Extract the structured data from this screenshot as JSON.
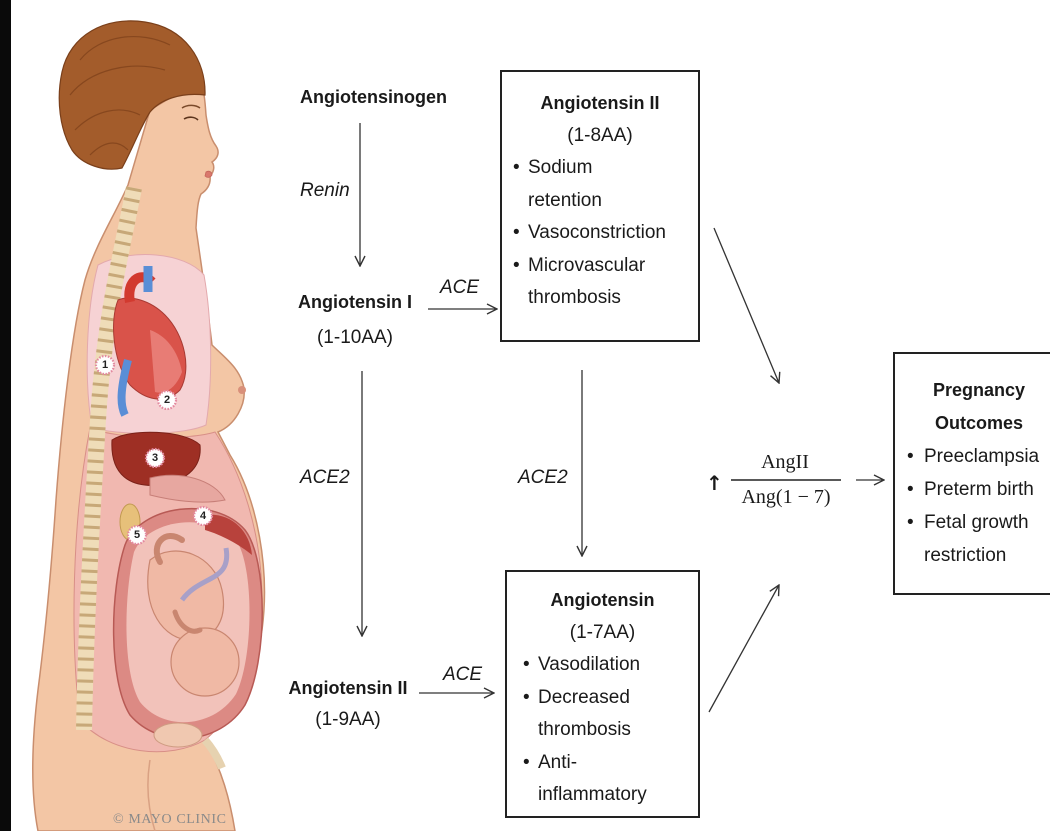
{
  "diagram": {
    "angiotensinogen": "Angiotensinogen",
    "renin": "Renin",
    "angiotensin_i": {
      "title": "Angiotensin I",
      "length": "(1-10AA)"
    },
    "ace_upper": "ACE",
    "ace2_left": "ACE2",
    "ace2_right": "ACE2",
    "angiotensin_1_9": {
      "title": "Angiotensin II",
      "length": "(1-9AA)"
    },
    "ace_lower": "ACE",
    "bullet_symbol": "•",
    "angiotensin_ii_box": {
      "title": "Angiotensin II",
      "length": "(1-8AA)",
      "bullets": [
        {
          "lines": [
            "Sodium",
            "retention"
          ]
        },
        {
          "lines": [
            "Vasoconstriction"
          ]
        },
        {
          "lines": [
            "Microvascular",
            "thrombosis"
          ]
        }
      ]
    },
    "angiotensin_1_7_box": {
      "title": "Angiotensin",
      "length": "(1-7AA)",
      "bullets": [
        {
          "lines": [
            "Vasodilation"
          ]
        },
        {
          "lines": [
            "Decreased",
            "thrombosis"
          ]
        },
        {
          "lines": [
            "Anti-",
            "inflammatory"
          ]
        }
      ]
    },
    "ratio": {
      "direction_arrow": "↑",
      "numerator": "AngII",
      "denominator": "Ang(1 − 7)"
    },
    "outcomes_box": {
      "title_lines": [
        "Pregnancy",
        "Outcomes"
      ],
      "bullets": [
        {
          "lines": [
            "Preeclampsia"
          ]
        },
        {
          "lines": [
            "Preterm birth"
          ]
        },
        {
          "lines": [
            "Fetal growth",
            "restriction"
          ]
        }
      ]
    }
  },
  "illustration": {
    "marker_labels": [
      "1",
      "2",
      "3",
      "4",
      "5"
    ],
    "credit": "© MAYO CLINIC"
  },
  "colors": {
    "ink": "#1a1a1a",
    "box_border": "#222222",
    "skin": "#f3c6a5",
    "hair": "#a35c2b",
    "credit_text": "#8a8a8a"
  }
}
